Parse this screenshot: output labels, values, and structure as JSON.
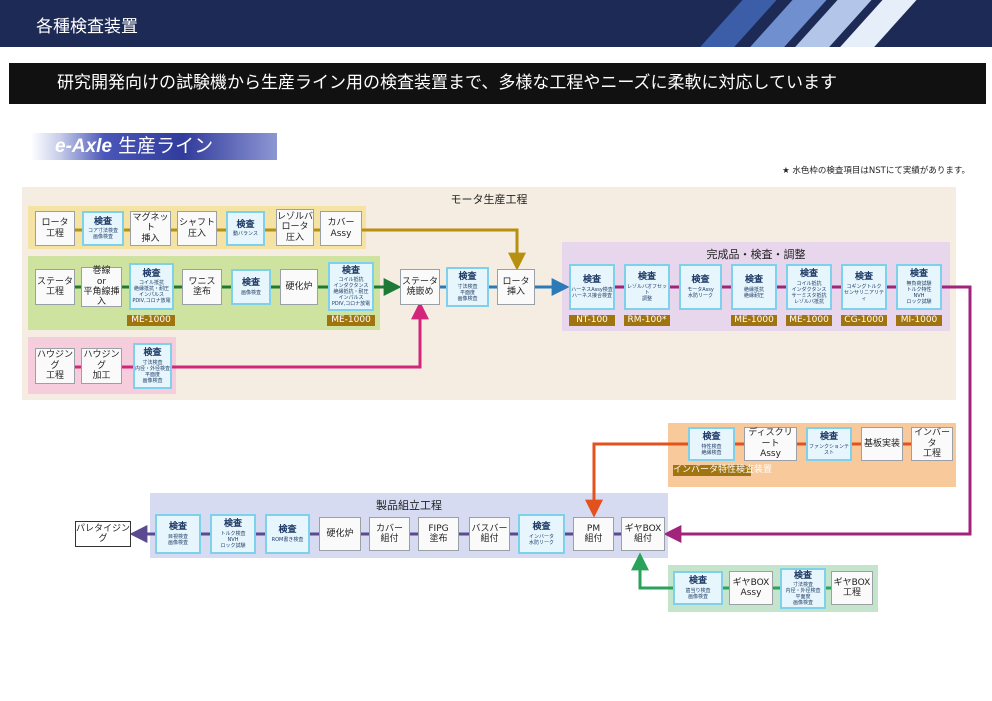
{
  "header": {
    "title": "各種検査装置"
  },
  "banner": {
    "text": "研究開発向けの試験機から生産ライン用の検査装置まで、多様な工程やニーズに柔軟に対応しています"
  },
  "section_tag": {
    "latin": "e-Axle",
    "jp": " 生産ライン"
  },
  "note": "★ 水色枠の検査項目はNSTにて実績があります。",
  "regions": {
    "motor": "モータ生産工程",
    "finished": "完成品・検査・調整",
    "assembly": "製品組立工程"
  },
  "colors": {
    "header_bg": "#1d2a56",
    "stripe_1": "#3c5ea9",
    "stripe_2": "#6f8fcf",
    "stripe_3": "#b3c6ea",
    "stripe_4": "#e6eef9",
    "motor_bg": "#f5ede2",
    "rotor_bg": "#f5e3a4",
    "stator_bg": "#cfe3a1",
    "housing_bg": "#f6cddd",
    "finished_bg": "#e7d6ec",
    "inverter_bg": "#f8c99a",
    "assembly_bg": "#d6dbf2",
    "gear_bg": "#c5e4cc",
    "check_bg": "#e7f6fc",
    "check_border": "#7fd0ea",
    "label_bg": "#a0740f",
    "flow_gold": "#b8900f",
    "flow_green": "#1d7a36",
    "flow_pink": "#d3267a",
    "flow_blue": "#2c7ab8",
    "flow_purple": "#a1247b",
    "flow_orange": "#e3521d",
    "flow_violet": "#5b4a90",
    "flow_gear": "#2aa35a"
  },
  "nodes": {
    "rotor": {
      "main": "ロータ\n工程"
    },
    "rc1": {
      "main": "検査",
      "detail": "コア寸法検査\n画像検査"
    },
    "magnet": {
      "main": "マグネット\n挿入"
    },
    "shaft": {
      "main": "シャフト\n圧入"
    },
    "rc2": {
      "main": "検査",
      "detail": "動バランス"
    },
    "resolver": {
      "main": "レゾルバ\nロータ\n圧入"
    },
    "cover_assy": {
      "main": "カバー\nAssy"
    },
    "stator": {
      "main": "ステータ\n工程"
    },
    "winding": {
      "main": "巻線\nor\n平角線挿入"
    },
    "sc1": {
      "main": "検査",
      "detail": "コイル抵抗\n絶縁抵抗・耐圧\nインパルス\nPDIV,コロナ放電"
    },
    "varnish": {
      "main": "ワニス\n塗布"
    },
    "sc2": {
      "main": "検査",
      "detail": "画像検査"
    },
    "cure1": {
      "main": "硬化炉"
    },
    "sc3": {
      "main": "検査",
      "detail": "コイル抵抗\nインダクタンス\n絶縁抵抗・耐圧\nインパルス\nPDIV,コロナ放電"
    },
    "shrink": {
      "main": "ステータ\n焼嵌め"
    },
    "mc1": {
      "main": "検査",
      "detail": "寸法検査\n平面度\n画像検査"
    },
    "rotor_ins": {
      "main": "ロータ\n挿入"
    },
    "housing": {
      "main": "ハウジング\n工程"
    },
    "housing_proc": {
      "main": "ハウジング\n加工"
    },
    "hc1": {
      "main": "検査",
      "detail": "寸法検査\n内径・外径検査\n平面度\n画像検査"
    },
    "fc1": {
      "main": "検査",
      "detail": "ハーネスAssy検査\nハーネス接合検査"
    },
    "fc2": {
      "main": "検査",
      "detail": "レゾルバオフセット\n調整"
    },
    "fc3": {
      "main": "検査",
      "detail": "モータAssy\n水防リーク"
    },
    "fc4": {
      "main": "検査",
      "detail": "絶縁抵抗\n絶縁耐圧"
    },
    "fc5": {
      "main": "検査",
      "detail": "コイル抵抗\nインダクタンス\nサーミスタ抵抗\nレゾルバ抵抗"
    },
    "fc6": {
      "main": "検査",
      "detail": "コギングトルク\nセンサリニアリティ"
    },
    "fc7": {
      "main": "検査",
      "detail": "無負荷試験\nトルク特性\nNVH\nロック試験"
    },
    "ic1": {
      "main": "検査",
      "detail": "特性検査\n絶縁検査"
    },
    "discrete": {
      "main": "ディスクリート\nAssy"
    },
    "ic2": {
      "main": "検査",
      "detail": "ファンクションテスト"
    },
    "board": {
      "main": "基板実装"
    },
    "inverter": {
      "main": "インバータ\n工程"
    },
    "pallet": {
      "main": "パレタイジング"
    },
    "ac1": {
      "main": "検査",
      "detail": "目視検査\n画像検査"
    },
    "ac2": {
      "main": "検査",
      "detail": "トルク検査\nNVH\nロック試験"
    },
    "ac3": {
      "main": "検査",
      "detail": "ROM書き検査"
    },
    "cure2": {
      "main": "硬化炉"
    },
    "cover_mount": {
      "main": "カバー\n組付"
    },
    "fipg": {
      "main": "FIPG\n塗布"
    },
    "busbar": {
      "main": "バスバー\n組付"
    },
    "ac4": {
      "main": "検査",
      "detail": "インバータ\n水防リーク"
    },
    "pm": {
      "main": "PM\n組付"
    },
    "gearbox_mount": {
      "main": "ギヤBOX\n組付"
    },
    "gc1": {
      "main": "検査",
      "detail": "歯当り検査\n画像検査"
    },
    "gear_assy": {
      "main": "ギヤBOX\nAssy"
    },
    "gc2": {
      "main": "検査",
      "detail": "寸法検査\n内径・外径検査\n平面度\n画像検査"
    },
    "gear_proc": {
      "main": "ギヤBOX\n工程"
    }
  },
  "labels": {
    "me1": "ME-1000",
    "me2": "ME-1000",
    "nt": "NT-100",
    "rm": "RM-100*",
    "me3": "ME-1000",
    "me4": "ME-1000",
    "cg": "CG-1000",
    "mi": "MI-1000",
    "inv": "インバータ特性検査装置"
  }
}
